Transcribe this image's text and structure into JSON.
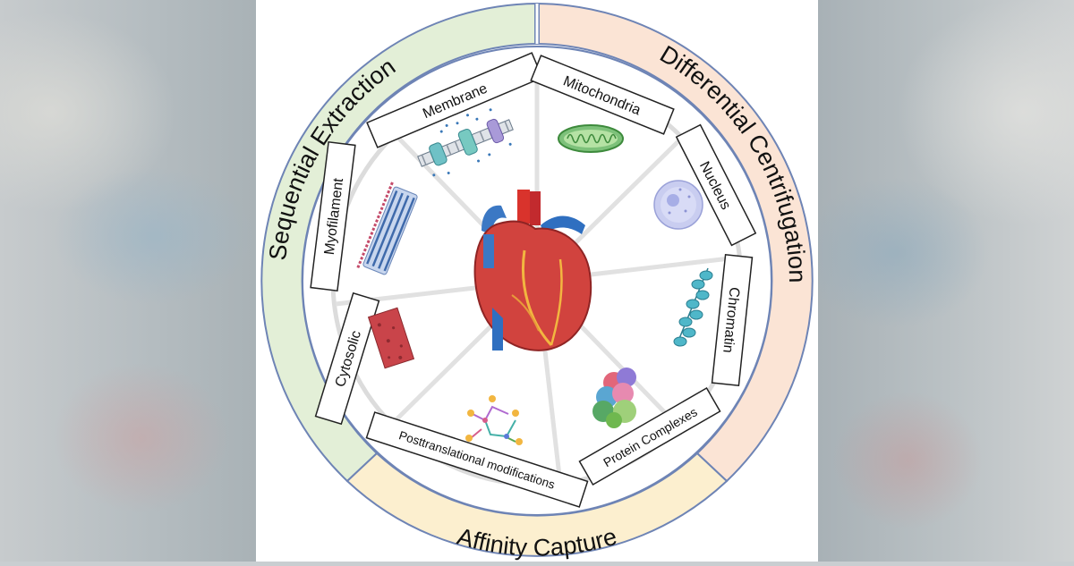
{
  "outer_labels": {
    "sequential": "Sequential Extraction",
    "differential": "Differential Centrifugation",
    "affinity": "Affinity Capture"
  },
  "segments": {
    "membrane": "Membrane",
    "mitochondria": "Mitochondria",
    "nucleus": "Nucleus",
    "chromatin": "Chromatin",
    "protein_complexes": "Protein Complexes",
    "ptm": "Posttranslational modifications",
    "cytosolic": "Cytosolic",
    "myofilament": "Myofilament"
  },
  "colors": {
    "sequential_band": "#e3efd7",
    "differential_band": "#fbe4d5",
    "affinity_band": "#fcefcf",
    "ring_stroke": "#6e84b5",
    "spoke": "#e1e1e1"
  }
}
